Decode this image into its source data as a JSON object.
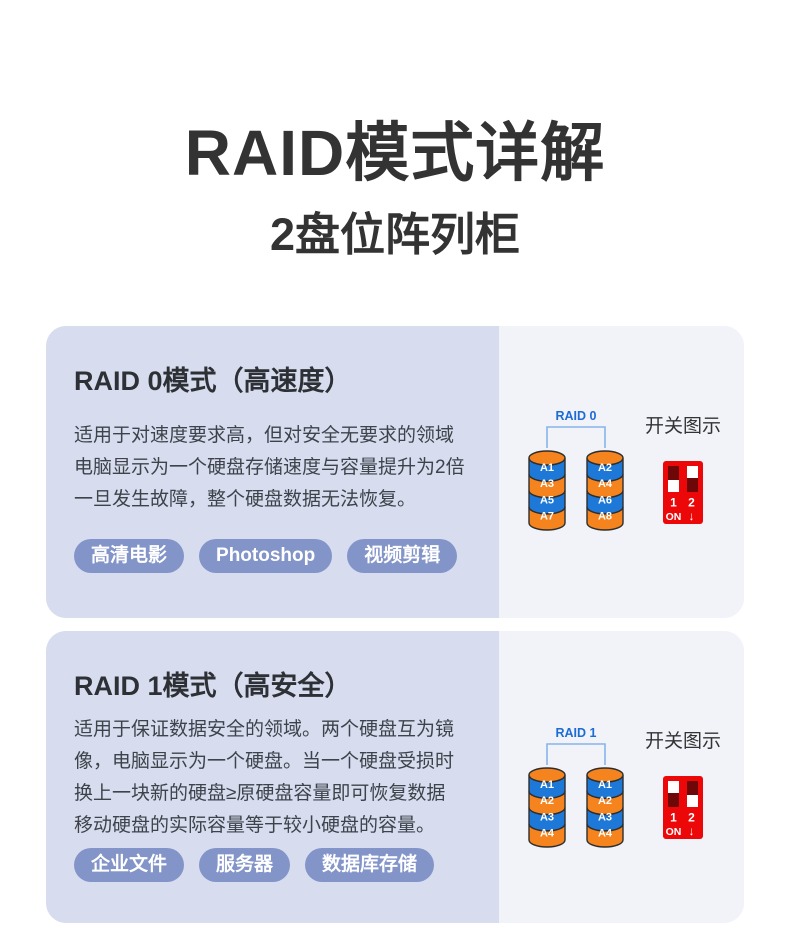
{
  "title": "RAID模式详解",
  "subtitle": "2盘位阵列柜",
  "colors": {
    "title_text": "#333333",
    "card_left_bg": "#d7ddef",
    "card_right_bg": "#f1f3f8",
    "tag_bg": "#8394c9",
    "raid_label_blue": "#1c6cd4",
    "bracket_blue": "#86b5e9",
    "disk_orange": "#f5831e",
    "disk_blue": "#1e78d7",
    "switch_red": "#ec0708",
    "switch_slot_dark": "#6e0708"
  },
  "cards": [
    {
      "heading": "RAID 0模式（高速度）",
      "body_lines": [
        "适用于对速度要求高，但对安全无要求的领域",
        "电脑显示为一个硬盘存储速度与容量提升为2倍",
        "一旦发生故障，整个硬盘数据无法恢复。"
      ],
      "tags": [
        "高清电影",
        "Photoshop",
        "视频剪辑"
      ],
      "diagram": {
        "raid_label": "RAID 0",
        "disk_left": [
          "A1",
          "A3",
          "A5",
          "A7"
        ],
        "disk_right": [
          "A2",
          "A4",
          "A6",
          "A8"
        ]
      },
      "switch_panel": {
        "title": "开关图示",
        "num1": "1",
        "num2": "2",
        "on_label": "ON",
        "arrow": "↓",
        "positions": [
          "down",
          "up"
        ]
      }
    },
    {
      "heading": "RAID 1模式（高安全）",
      "body_lines": [
        "适用于保证数据安全的领域。两个硬盘互为镜",
        "像，电脑显示为一个硬盘。当一个硬盘受损时",
        "换上一块新的硬盘≥原硬盘容量即可恢复数据",
        "移动硬盘的实际容量等于较小硬盘的容量。"
      ],
      "tags": [
        "企业文件",
        "服务器",
        "数据库存储"
      ],
      "diagram": {
        "raid_label": "RAID 1",
        "disk_left": [
          "A1",
          "A2",
          "A3",
          "A4"
        ],
        "disk_right": [
          "A1",
          "A2",
          "A3",
          "A4"
        ]
      },
      "switch_panel": {
        "title": "开关图示",
        "num1": "1",
        "num2": "2",
        "on_label": "ON",
        "arrow": "↓",
        "positions": [
          "up",
          "down"
        ]
      }
    }
  ]
}
